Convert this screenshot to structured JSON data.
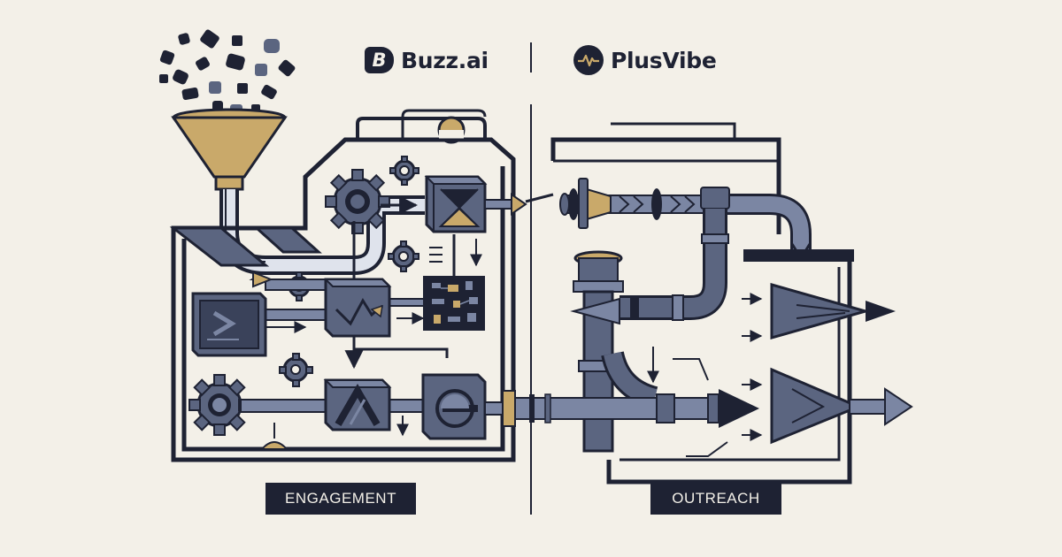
{
  "brands": {
    "left": {
      "name": "Buzz.ai",
      "icon": "buzz-b-logo-icon"
    },
    "right": {
      "name": "PlusVibe",
      "icon": "pulse-wave-logo-icon"
    }
  },
  "sections": {
    "left_label": "ENGAGEMENT",
    "right_label": "OUTREACH"
  },
  "colors": {
    "background": "#f3f0e8",
    "navy": "#1e2233",
    "slate": "#5b6580",
    "slate_light": "#7b86a3",
    "gold": "#c9a96a"
  }
}
